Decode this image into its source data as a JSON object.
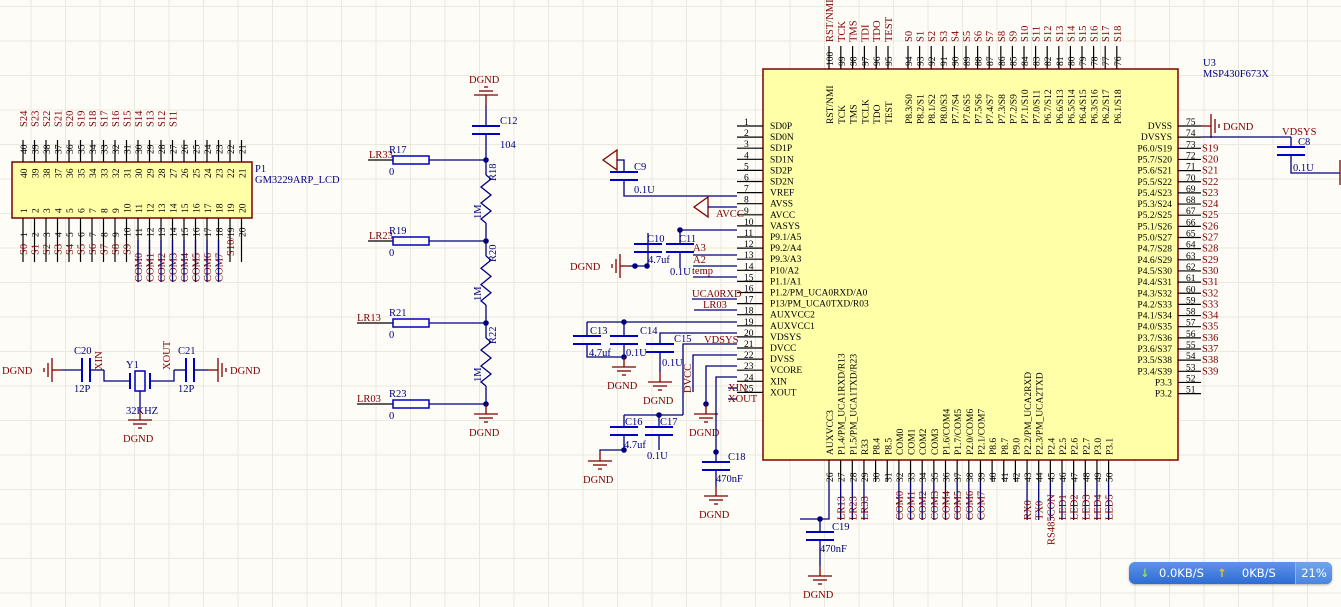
{
  "lcd": {
    "designator": "P1",
    "part": "GM3229ARP_LCD",
    "top_pins": [
      "40",
      "39",
      "38",
      "37",
      "36",
      "35",
      "34",
      "33",
      "32",
      "31",
      "30",
      "29",
      "28",
      "27",
      "26",
      "25",
      "24",
      "23",
      "22",
      "21"
    ],
    "top_nets": [
      "S24",
      "S23",
      "S22",
      "S21",
      "S20",
      "S19",
      "S18",
      "S17",
      "S16",
      "S15",
      "S14",
      "S13",
      "S12",
      "S11"
    ],
    "bottom_pins": [
      "1",
      "2",
      "3",
      "4",
      "5",
      "6",
      "7",
      "8",
      "9",
      "10",
      "11",
      "12",
      "13",
      "14",
      "15",
      "16",
      "17",
      "18",
      "19",
      "20"
    ],
    "bottom_nets": [
      "S0",
      "S1",
      "S2",
      "S3",
      "S4",
      "S5",
      "S6",
      "S7",
      "S8",
      "S9",
      "COM0",
      "COM1",
      "COM2",
      "COM3",
      "COM4",
      "COM5",
      "COM6",
      "COM7",
      "S10",
      "S10/19"
    ]
  },
  "crystal": {
    "designator": "Y1",
    "value": "32KHZ",
    "caps": [
      {
        "designator": "C20",
        "value": "12P"
      },
      {
        "designator": "C21",
        "value": "12P"
      }
    ],
    "nets": [
      "XIN",
      "XOUT"
    ],
    "ground": "DGND"
  },
  "divider": {
    "cap": {
      "designator": "C12",
      "value": "104"
    },
    "inputs": [
      {
        "net": "LR33",
        "designator": "R17",
        "value": "0"
      },
      {
        "net": "LR23",
        "designator": "R19",
        "value": "0"
      },
      {
        "net": "LR13",
        "designator": "R21",
        "value": "0"
      },
      {
        "net": "LR03",
        "designator": "R23",
        "value": "0"
      }
    ],
    "series": [
      {
        "designator": "R18",
        "value": "1M"
      },
      {
        "designator": "R20",
        "value": "1M"
      },
      {
        "designator": "R22",
        "value": "1M"
      }
    ],
    "ground": "DGND"
  },
  "mcu": {
    "designator": "U3",
    "part": "MSP430F673X",
    "left_pins": [
      {
        "n": "1",
        "name": "SD0P"
      },
      {
        "n": "2",
        "name": "SD0N"
      },
      {
        "n": "3",
        "name": "SD1P"
      },
      {
        "n": "4",
        "name": "SD1N"
      },
      {
        "n": "5",
        "name": "SD2P"
      },
      {
        "n": "6",
        "name": "SD2N"
      },
      {
        "n": "7",
        "name": "VREF"
      },
      {
        "n": "8",
        "name": "AVSS"
      },
      {
        "n": "9",
        "name": "AVCC",
        "net": "AVCC"
      },
      {
        "n": "10",
        "name": "VASYS"
      },
      {
        "n": "11",
        "name": "P9.1/A5"
      },
      {
        "n": "12",
        "name": "P9.2/A4",
        "net": "A3"
      },
      {
        "n": "13",
        "name": "P9.3/A3",
        "net": "A2"
      },
      {
        "n": "14",
        "name": "P10/A2",
        "net": "temp"
      },
      {
        "n": "15",
        "name": "P1.1/A1"
      },
      {
        "n": "16",
        "name": "P1.2/PM_UCA0RXD/A0",
        "net": "UCA0RXD"
      },
      {
        "n": "17",
        "name": "P13/PM_UCA0TXD/R03",
        "net": "LR03"
      },
      {
        "n": "18",
        "name": "AUXVCC2"
      },
      {
        "n": "19",
        "name": "AUXVCC1"
      },
      {
        "n": "20",
        "name": "VDSYS",
        "net": "VDSYS"
      },
      {
        "n": "21",
        "name": "DVCC"
      },
      {
        "n": "22",
        "name": "DVSS"
      },
      {
        "n": "23",
        "name": "VCORE"
      },
      {
        "n": "24",
        "name": "XIN",
        "net": "XIN"
      },
      {
        "n": "25",
        "name": "XOUT",
        "net": "XOUT"
      }
    ],
    "top_pins": [
      {
        "n": "100",
        "name": "RST/NMI",
        "net": "RST/NMI"
      },
      {
        "n": "99",
        "name": "TCK",
        "net": "TCK"
      },
      {
        "n": "98",
        "name": "TMS",
        "net": "TMS"
      },
      {
        "n": "97",
        "name": "TCLK",
        "net": "TDI"
      },
      {
        "n": "96",
        "name": "TDO",
        "net": "TDO"
      },
      {
        "n": "95",
        "name": "TEST",
        "net": "TEST"
      },
      {
        "n": "94",
        "name": "P8.3/S0",
        "net": "S0"
      },
      {
        "n": "93",
        "name": "P8.2/S1",
        "net": "S1"
      },
      {
        "n": "92",
        "name": "P8.1/S2",
        "net": "S2"
      },
      {
        "n": "91",
        "name": "P8.0/S3",
        "net": "S3"
      },
      {
        "n": "90",
        "name": "P7.7/S4",
        "net": "S4"
      },
      {
        "n": "89",
        "name": "P7.6/S5",
        "net": "S5"
      },
      {
        "n": "88",
        "name": "P7.5/S6",
        "net": "S6"
      },
      {
        "n": "87",
        "name": "P7.4/S7",
        "net": "S7"
      },
      {
        "n": "86",
        "name": "P7.3/S8",
        "net": "S8"
      },
      {
        "n": "85",
        "name": "P7.2/S9",
        "net": "S9"
      },
      {
        "n": "84",
        "name": "P7.1/S10",
        "net": "S10"
      },
      {
        "n": "83",
        "name": "P7.0/S11",
        "net": "S11"
      },
      {
        "n": "82",
        "name": "P6.7/S12",
        "net": "S12"
      },
      {
        "n": "81",
        "name": "P6.6/S13",
        "net": "S13"
      },
      {
        "n": "80",
        "name": "P6.5/S14",
        "net": "S14"
      },
      {
        "n": "79",
        "name": "P6.4/S15",
        "net": "S15"
      },
      {
        "n": "78",
        "name": "P6.3/S16",
        "net": "S16"
      },
      {
        "n": "77",
        "name": "P6.2/S17",
        "net": "S17"
      },
      {
        "n": "76",
        "name": "P6.1/S18",
        "net": "S18"
      }
    ],
    "right_pins": [
      {
        "n": "75",
        "name": "DVSS",
        "net": "DGND"
      },
      {
        "n": "74",
        "name": "DVSYS",
        "net": "VDSYS"
      },
      {
        "n": "73",
        "name": "P6.0/S19",
        "net": "S19"
      },
      {
        "n": "72",
        "name": "P5.7/S20",
        "net": "S20"
      },
      {
        "n": "71",
        "name": "P5.6/S21",
        "net": "S21"
      },
      {
        "n": "70",
        "name": "P5.5/S22",
        "net": "S22"
      },
      {
        "n": "69",
        "name": "P5.4/S23",
        "net": "S23"
      },
      {
        "n": "68",
        "name": "P5.3/S24",
        "net": "S24"
      },
      {
        "n": "67",
        "name": "P5.2/S25",
        "net": "S25"
      },
      {
        "n": "66",
        "name": "P5.1/S26",
        "net": "S26"
      },
      {
        "n": "65",
        "name": "P5.0/S27",
        "net": "S27"
      },
      {
        "n": "64",
        "name": "P4.7/S28",
        "net": "S28"
      },
      {
        "n": "63",
        "name": "P4.6/S29",
        "net": "S29"
      },
      {
        "n": "62",
        "name": "P4.5/S30",
        "net": "S30"
      },
      {
        "n": "61",
        "name": "P4.4/S31",
        "net": "S31"
      },
      {
        "n": "60",
        "name": "P4.3/S32",
        "net": "S32"
      },
      {
        "n": "59",
        "name": "P4.2/S33",
        "net": "S33"
      },
      {
        "n": "58",
        "name": "P4.1/S34",
        "net": "S34"
      },
      {
        "n": "57",
        "name": "P4.0/S35",
        "net": "S35"
      },
      {
        "n": "56",
        "name": "P3.7/S36",
        "net": "S36"
      },
      {
        "n": "55",
        "name": "P3.6/S37",
        "net": "S37"
      },
      {
        "n": "54",
        "name": "P3.5/S38",
        "net": "S38"
      },
      {
        "n": "53",
        "name": "P3.4/S39",
        "net": "S39"
      },
      {
        "n": "52",
        "name": "P3.3"
      },
      {
        "n": "51",
        "name": "P3.2"
      }
    ],
    "bottom_pins": [
      {
        "n": "26",
        "name": "AUXVCC3"
      },
      {
        "n": "27",
        "name": "P1.4/PM_UCA1RXD/R13",
        "net": "LR13"
      },
      {
        "n": "28",
        "name": "P1.5/PM_UCA1TXD/R23",
        "net": "LR23"
      },
      {
        "n": "29",
        "name": "R33",
        "net": "LR33"
      },
      {
        "n": "30",
        "name": "P8.4"
      },
      {
        "n": "31",
        "name": "P8.5"
      },
      {
        "n": "32",
        "name": "COM0",
        "net": "COM0"
      },
      {
        "n": "33",
        "name": "COM1",
        "net": "COM1"
      },
      {
        "n": "34",
        "name": "COM2",
        "net": "COM2"
      },
      {
        "n": "35",
        "name": "COM3",
        "net": "COM3"
      },
      {
        "n": "36",
        "name": "P1.6/COM4",
        "net": "COM4"
      },
      {
        "n": "37",
        "name": "P1.7/COM5",
        "net": "COM5"
      },
      {
        "n": "38",
        "name": "P2.0/COM6",
        "net": "COM6"
      },
      {
        "n": "39",
        "name": "P2.1/COM7",
        "net": "COM7"
      },
      {
        "n": "40",
        "name": "P8.6"
      },
      {
        "n": "41",
        "name": "P8.7"
      },
      {
        "n": "42",
        "name": "P9.0"
      },
      {
        "n": "43",
        "name": "P2.2/PM_UCA2RXD",
        "net": "RX0"
      },
      {
        "n": "44",
        "name": "P2.3/PM_UCA2TXD",
        "net": "TX0"
      },
      {
        "n": "45",
        "name": "P2.4",
        "net": "RS485CON"
      },
      {
        "n": "46",
        "name": "P2.5",
        "net": "LED1"
      },
      {
        "n": "47",
        "name": "P2.6",
        "net": "LED2"
      },
      {
        "n": "48",
        "name": "P2.7",
        "net": "LED3"
      },
      {
        "n": "49",
        "name": "P3.0",
        "net": "LED4"
      },
      {
        "n": "50",
        "name": "P3.1",
        "net": "LED5"
      }
    ]
  },
  "passives": {
    "c8": {
      "designator": "C8",
      "value": "0.1U",
      "net": "VDSYS"
    },
    "c9": {
      "designator": "C9",
      "value": "0.1U"
    },
    "c10": {
      "designator": "C10",
      "value": "4.7uf"
    },
    "c11": {
      "designator": "C11",
      "value": "0.1U"
    },
    "c13": {
      "designator": "C13",
      "value": "4.7uf"
    },
    "c14": {
      "designator": "C14",
      "value": "0.1U"
    },
    "c15": {
      "designator": "C15",
      "value": "0.1U"
    },
    "c16": {
      "designator": "C16",
      "value": "4.7uf"
    },
    "c17": {
      "designator": "C17",
      "value": "0.1U"
    },
    "c18": {
      "designator": "C18",
      "value": "470nF"
    },
    "c19": {
      "designator": "C19",
      "value": "470nF"
    },
    "dvcc_net": "DVCC",
    "ground": "DGND"
  },
  "netspeed": {
    "down": "0.0KB/S",
    "up": "0KB/S",
    "cpu": "21%",
    "down_icon": "arrow-down",
    "up_icon": "arrow-up"
  }
}
